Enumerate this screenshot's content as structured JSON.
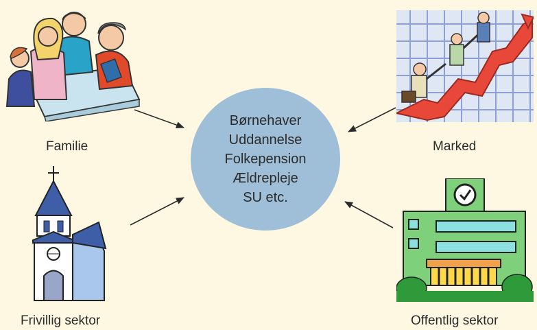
{
  "center": {
    "lines": [
      "Børnehaver",
      "Uddannelse",
      "Folkepension",
      "Ældrepleje",
      "SU etc."
    ]
  },
  "nodes": {
    "top_left": {
      "label": "Familie",
      "icon": "family-icon"
    },
    "top_right": {
      "label": "Marked",
      "icon": "market-growth-icon"
    },
    "bottom_left": {
      "label": "Frivillig sektor",
      "icon": "church-icon"
    },
    "bottom_right": {
      "label": "Offentlig sektor",
      "icon": "public-building-icon"
    }
  },
  "colors": {
    "background": "#fef8e2",
    "circle": "#9fbfd8",
    "arrow": "#2b2b2b"
  }
}
